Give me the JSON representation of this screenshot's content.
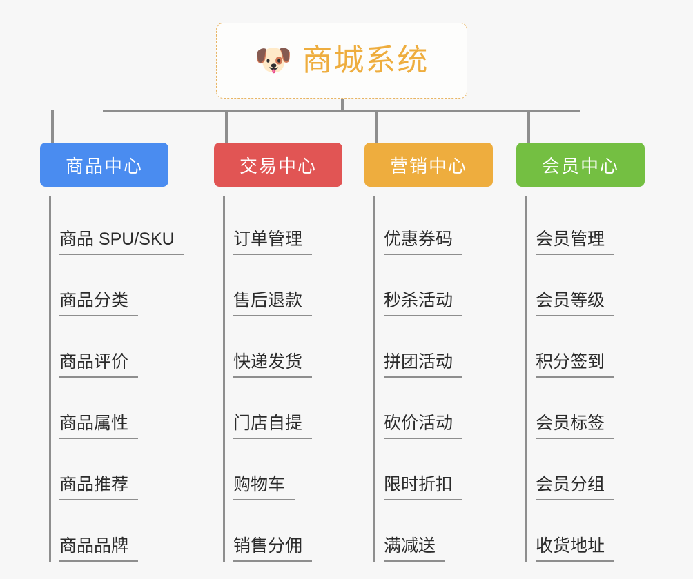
{
  "background_color": "#f7f7f7",
  "root": {
    "title": "商城系统",
    "icon": "shiba-dog-emoji",
    "emoji": "🐶",
    "border_color": "#e8b463",
    "text_color": "#eead3e"
  },
  "connector_color": "#8e8e8e",
  "branches": [
    {
      "title": "商品中心",
      "color": "#4a8cf0",
      "leaves": [
        "商品 SPU/SKU",
        "商品分类",
        "商品评价",
        "商品属性",
        "商品推荐",
        "商品品牌"
      ]
    },
    {
      "title": "交易中心",
      "color": "#e15554",
      "leaves": [
        "订单管理",
        "售后退款",
        "快递发货",
        "门店自提",
        "购物车",
        "销售分佣"
      ]
    },
    {
      "title": "营销中心",
      "color": "#eead3e",
      "leaves": [
        "优惠券码",
        "秒杀活动",
        "拼团活动",
        "砍价活动",
        "限时折扣",
        "满减送"
      ]
    },
    {
      "title": "会员中心",
      "color": "#74bf42",
      "leaves": [
        "会员管理",
        "会员等级",
        "积分签到",
        "会员标签",
        "会员分组",
        "收货地址"
      ]
    }
  ]
}
